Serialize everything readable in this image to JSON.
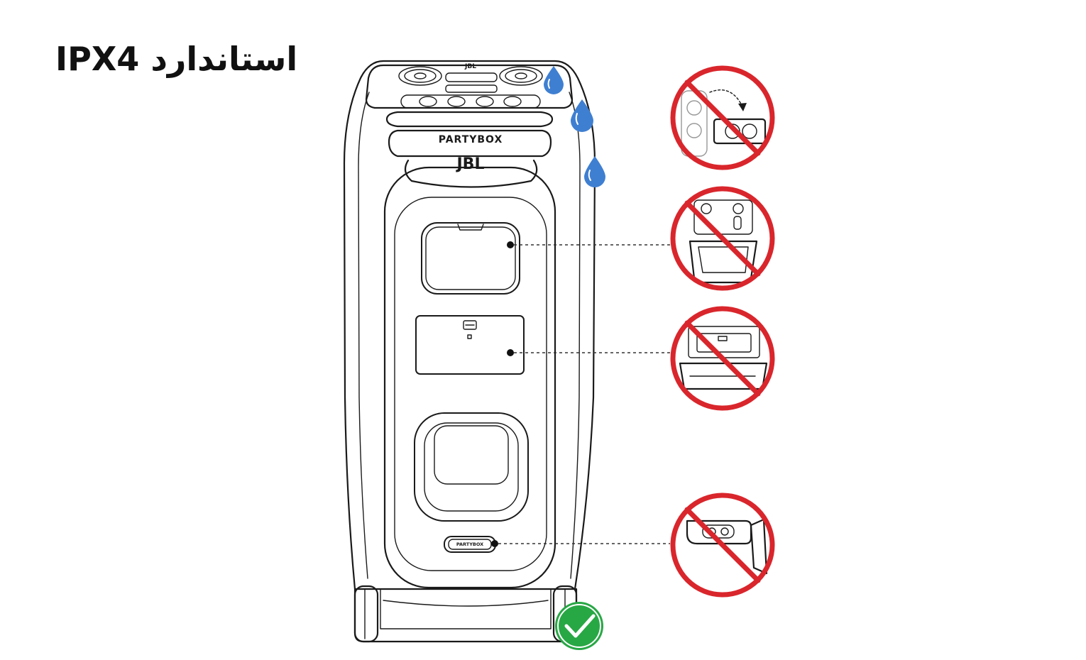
{
  "title": "استاندارد IPX4",
  "speaker": {
    "logo_label": "PARTYBOX",
    "brand": "JBL",
    "bottom_badge": "PARTYBOX"
  },
  "colors": {
    "prohibited_red": "#d9262c",
    "approved_green": "#28a745",
    "water_drop": "#3f7fd1",
    "outline": "#1a1a1a"
  },
  "callouts": [
    {
      "icon": "no-flip-speaker-icon",
      "status": "prohibited"
    },
    {
      "icon": "no-open-mic-compartment-icon",
      "status": "prohibited"
    },
    {
      "icon": "no-open-battery-compartment-icon",
      "status": "prohibited"
    },
    {
      "icon": "no-open-charging-port-icon",
      "status": "prohibited"
    }
  ],
  "approval_icon": "check-mark-icon"
}
